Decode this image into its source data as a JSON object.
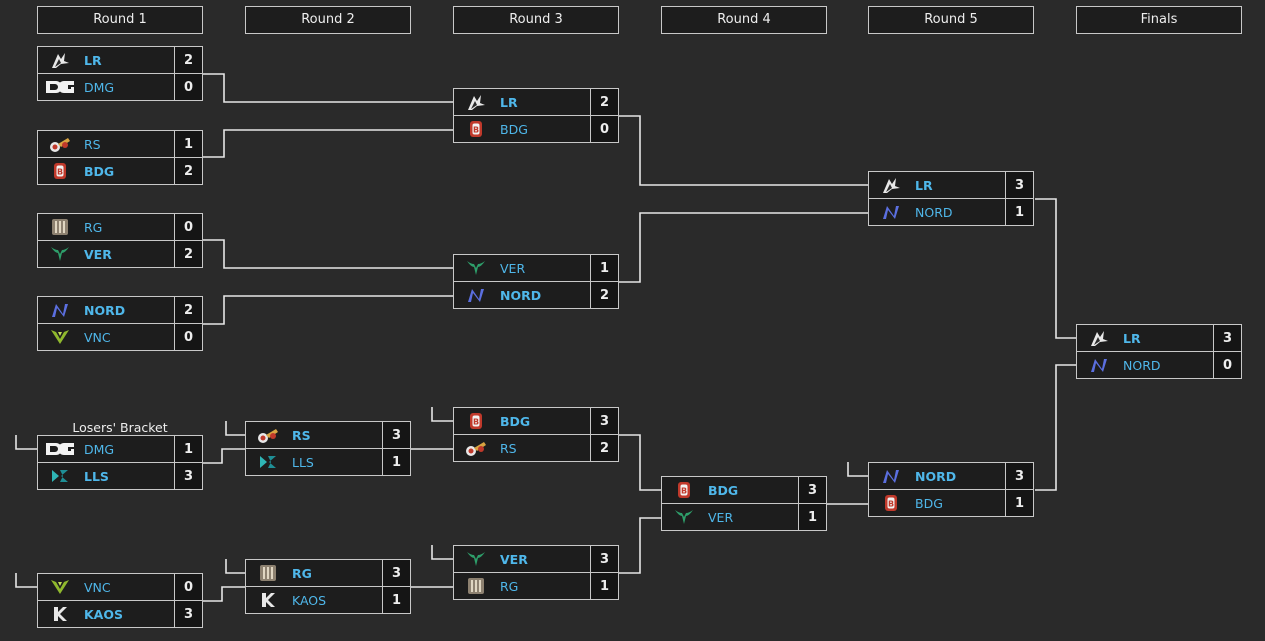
{
  "rounds": [
    "Round 1",
    "Round 2",
    "Round 3",
    "Round 4",
    "Round 5",
    "Finals"
  ],
  "losers_label": "Losers' Bracket",
  "colors": {
    "background": "#2a2a2a",
    "cell": "#1d1d1d",
    "team_name": "#4fb7ea",
    "border": "#c8c8c8"
  },
  "matches": [
    {
      "id": "r1m1",
      "teams": [
        {
          "name": "LR",
          "score": "2",
          "win": true,
          "logo": "lr-logo"
        },
        {
          "name": "DMG",
          "score": "0",
          "win": false,
          "logo": "dmg-logo"
        }
      ]
    },
    {
      "id": "r1m2",
      "teams": [
        {
          "name": "RS",
          "score": "1",
          "win": false,
          "logo": "rs-logo"
        },
        {
          "name": "BDG",
          "score": "2",
          "win": true,
          "logo": "bdg-logo"
        }
      ]
    },
    {
      "id": "r1m3",
      "teams": [
        {
          "name": "RG",
          "score": "0",
          "win": false,
          "logo": "rg-logo"
        },
        {
          "name": "VER",
          "score": "2",
          "win": true,
          "logo": "ver-logo"
        }
      ]
    },
    {
      "id": "r1m4",
      "teams": [
        {
          "name": "NORD",
          "score": "2",
          "win": true,
          "logo": "nord-logo"
        },
        {
          "name": "VNC",
          "score": "0",
          "win": false,
          "logo": "vnc-logo"
        }
      ]
    },
    {
      "id": "r1m5",
      "teams": [
        {
          "name": "DMG",
          "score": "1",
          "win": false,
          "logo": "dmg-logo"
        },
        {
          "name": "LLS",
          "score": "3",
          "win": true,
          "logo": "lls-logo"
        }
      ]
    },
    {
      "id": "r1m6",
      "teams": [
        {
          "name": "VNC",
          "score": "0",
          "win": false,
          "logo": "vnc-logo"
        },
        {
          "name": "KAOS",
          "score": "3",
          "win": true,
          "logo": "kaos-logo"
        }
      ]
    },
    {
      "id": "r2m1",
      "teams": [
        {
          "name": "RS",
          "score": "3",
          "win": true,
          "logo": "rs-logo"
        },
        {
          "name": "LLS",
          "score": "1",
          "win": false,
          "logo": "lls-logo"
        }
      ]
    },
    {
      "id": "r2m2",
      "teams": [
        {
          "name": "RG",
          "score": "3",
          "win": true,
          "logo": "rg-logo"
        },
        {
          "name": "KAOS",
          "score": "1",
          "win": false,
          "logo": "kaos-logo"
        }
      ]
    },
    {
      "id": "r3m1",
      "teams": [
        {
          "name": "LR",
          "score": "2",
          "win": true,
          "logo": "lr-logo"
        },
        {
          "name": "BDG",
          "score": "0",
          "win": false,
          "logo": "bdg-logo"
        }
      ]
    },
    {
      "id": "r3m2",
      "teams": [
        {
          "name": "VER",
          "score": "1",
          "win": false,
          "logo": "ver-logo"
        },
        {
          "name": "NORD",
          "score": "2",
          "win": true,
          "logo": "nord-logo"
        }
      ]
    },
    {
      "id": "r3m3",
      "teams": [
        {
          "name": "BDG",
          "score": "3",
          "win": true,
          "logo": "bdg-logo"
        },
        {
          "name": "RS",
          "score": "2",
          "win": false,
          "logo": "rs-logo"
        }
      ]
    },
    {
      "id": "r3m4",
      "teams": [
        {
          "name": "VER",
          "score": "3",
          "win": true,
          "logo": "ver-logo"
        },
        {
          "name": "RG",
          "score": "1",
          "win": false,
          "logo": "rg-logo"
        }
      ]
    },
    {
      "id": "r4m1",
      "teams": [
        {
          "name": "BDG",
          "score": "3",
          "win": true,
          "logo": "bdg-logo"
        },
        {
          "name": "VER",
          "score": "1",
          "win": false,
          "logo": "ver-logo"
        }
      ]
    },
    {
      "id": "r5m1",
      "teams": [
        {
          "name": "LR",
          "score": "3",
          "win": true,
          "logo": "lr-logo"
        },
        {
          "name": "NORD",
          "score": "1",
          "win": false,
          "logo": "nord-logo"
        }
      ]
    },
    {
      "id": "r5m2",
      "teams": [
        {
          "name": "NORD",
          "score": "3",
          "win": true,
          "logo": "nord-logo"
        },
        {
          "name": "BDG",
          "score": "1",
          "win": false,
          "logo": "bdg-logo"
        }
      ]
    },
    {
      "id": "f1",
      "teams": [
        {
          "name": "LR",
          "score": "3",
          "win": true,
          "logo": "lr-logo"
        },
        {
          "name": "NORD",
          "score": "0",
          "win": false,
          "logo": "nord-logo"
        }
      ]
    }
  ]
}
